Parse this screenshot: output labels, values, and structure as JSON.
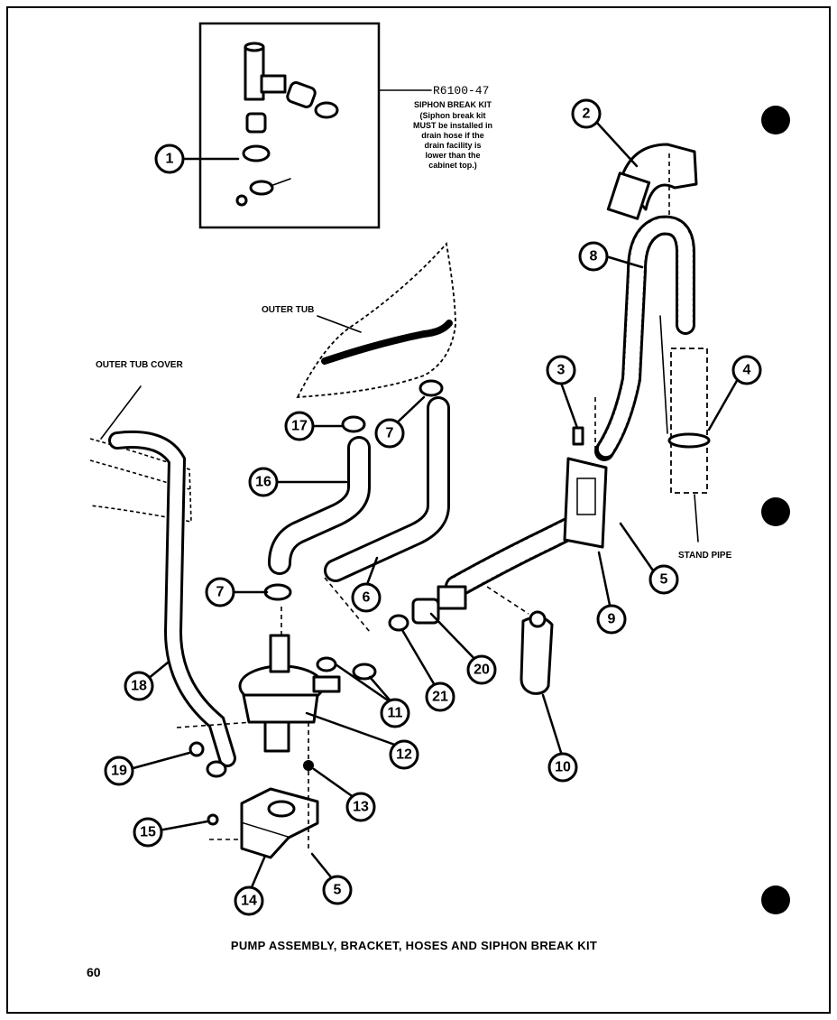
{
  "kit": {
    "part_number": "R6100-47",
    "title": "SIPHON BREAK KIT",
    "note_lines": [
      "(Siphon break kit",
      "MUST be installed in",
      "drain hose if the",
      "drain facility is",
      "lower than the",
      "cabinet top.)"
    ]
  },
  "labels": {
    "outer_tub": "OUTER TUB",
    "outer_tub_cover": "OUTER TUB COVER",
    "stand_pipe": "STAND PIPE"
  },
  "callouts": [
    "1",
    "2",
    "3",
    "4",
    "5",
    "5",
    "6",
    "7",
    "7",
    "8",
    "9",
    "10",
    "11",
    "12",
    "13",
    "14",
    "15",
    "16",
    "17",
    "18",
    "19",
    "20",
    "21"
  ],
  "caption": "PUMP ASSEMBLY, BRACKET, HOSES AND SIPHON BREAK KIT",
  "page_number": "60"
}
